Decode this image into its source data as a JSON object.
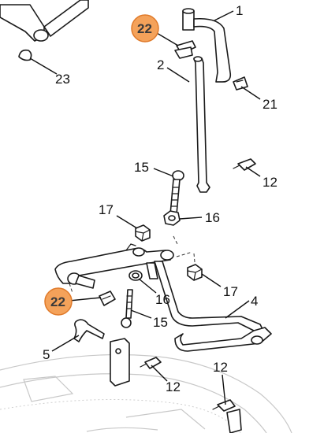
{
  "diagram": {
    "callouts": [
      {
        "id": "c1",
        "text": "1",
        "highlight": false
      },
      {
        "id": "c2",
        "text": "2",
        "highlight": false
      },
      {
        "id": "c21",
        "text": "21",
        "highlight": false
      },
      {
        "id": "c22a",
        "text": "22",
        "highlight": true
      },
      {
        "id": "c23",
        "text": "23",
        "highlight": false
      },
      {
        "id": "c15a",
        "text": "15",
        "highlight": false
      },
      {
        "id": "c12a",
        "text": "12",
        "highlight": false
      },
      {
        "id": "c17a",
        "text": "17",
        "highlight": false
      },
      {
        "id": "c16a",
        "text": "16",
        "highlight": false
      },
      {
        "id": "c17b",
        "text": "17",
        "highlight": false
      },
      {
        "id": "c4",
        "text": "4",
        "highlight": false
      },
      {
        "id": "c22b",
        "text": "22",
        "highlight": true
      },
      {
        "id": "c16b",
        "text": "16",
        "highlight": false
      },
      {
        "id": "c15b",
        "text": "15",
        "highlight": false
      },
      {
        "id": "c5",
        "text": "5",
        "highlight": false
      },
      {
        "id": "c12b",
        "text": "12",
        "highlight": false
      },
      {
        "id": "c12c",
        "text": "12",
        "highlight": false
      }
    ],
    "highlight_color": "#f4a25a",
    "highlight_stroke": "#e07a2a"
  }
}
